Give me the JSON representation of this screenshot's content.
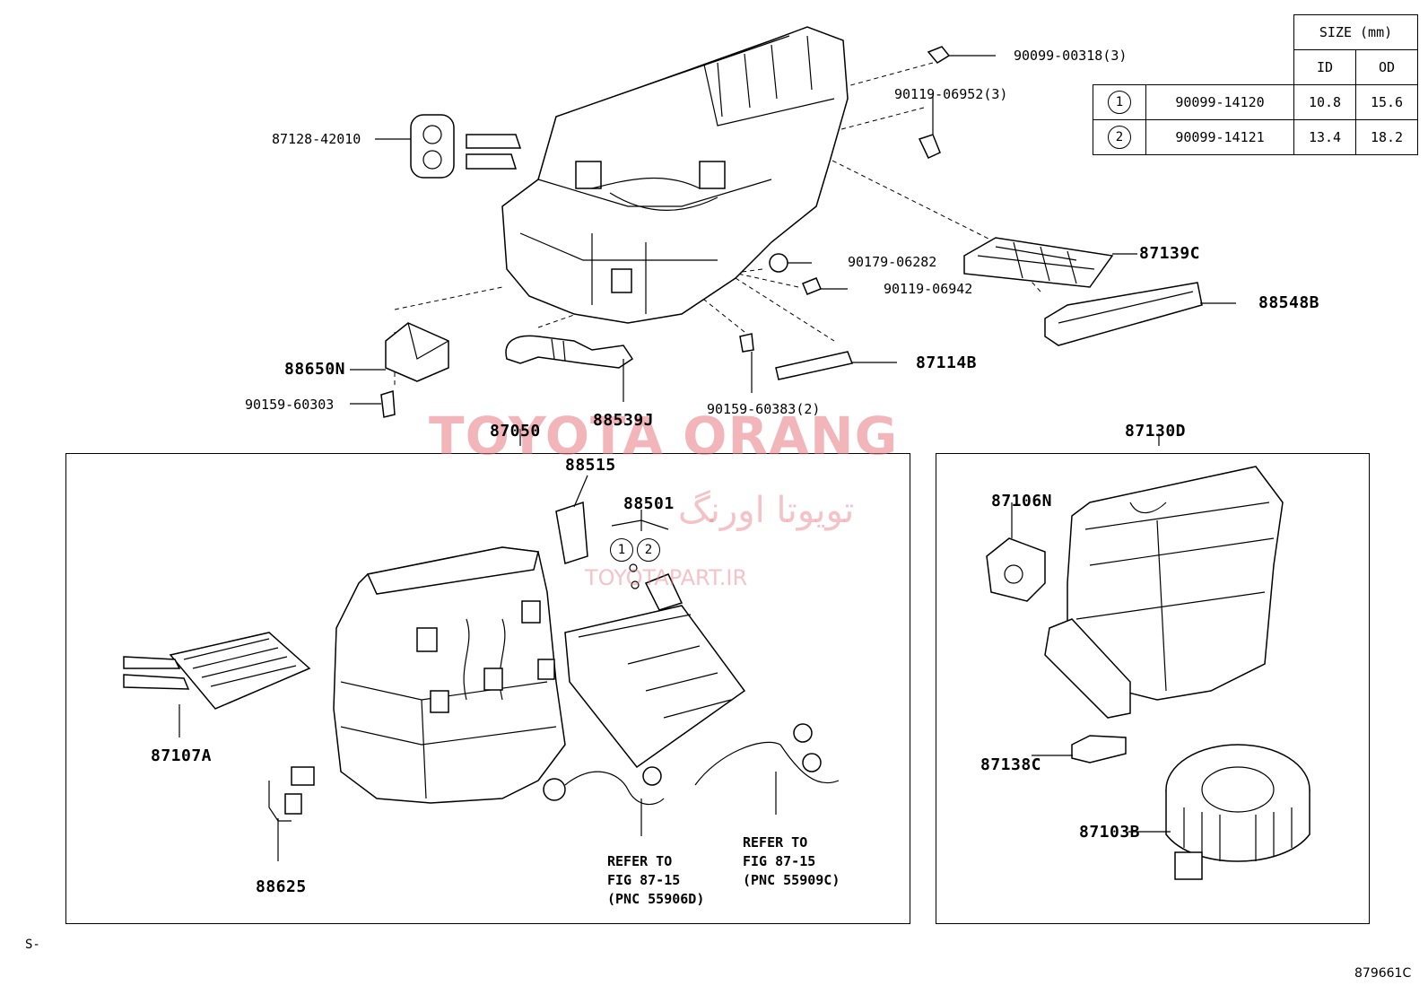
{
  "labels": {
    "p87128": "87128-42010",
    "p90099_00318": "90099-00318(3)",
    "p90119_06952": "90119-06952(3)",
    "p87139C": "87139C",
    "p88548B": "88548B",
    "p90179": "90179-06282",
    "p90119_06942": "90119-06942",
    "p88650N": "88650N",
    "p90159_60303": "90159-60303",
    "p87114B": "87114B",
    "p88539J": "88539J",
    "p90159_60383": "90159-60383(2)",
    "p87050": "87050",
    "p87130D": "87130D",
    "p88515": "88515",
    "p88501": "88501",
    "p87107A": "87107A",
    "p88625": "88625",
    "p87106N": "87106N",
    "p87138C": "87138C",
    "p87103B": "87103B"
  },
  "size_table": {
    "header": "SIZE (mm)",
    "col_id": "ID",
    "col_od": "OD",
    "rows": [
      {
        "num": "1",
        "part": "90099-14120",
        "id": "10.8",
        "od": "15.6"
      },
      {
        "num": "2",
        "part": "90099-14121",
        "id": "13.4",
        "od": "18.2"
      }
    ]
  },
  "callouts": {
    "c1": "1",
    "c2": "2"
  },
  "notes": {
    "refer1": "REFER TO\nFIG 87-15\n(PNC 55906D)",
    "refer2": "REFER TO\nFIG 87-15\n(PNC 55909C)"
  },
  "watermark": {
    "main": "TOYOTA ORANG",
    "persian": "تویوتا اورنگ",
    "site": "TOYOTAPART.IR"
  },
  "corner": {
    "bottom_left": "S-",
    "figure_code": "879661C"
  }
}
